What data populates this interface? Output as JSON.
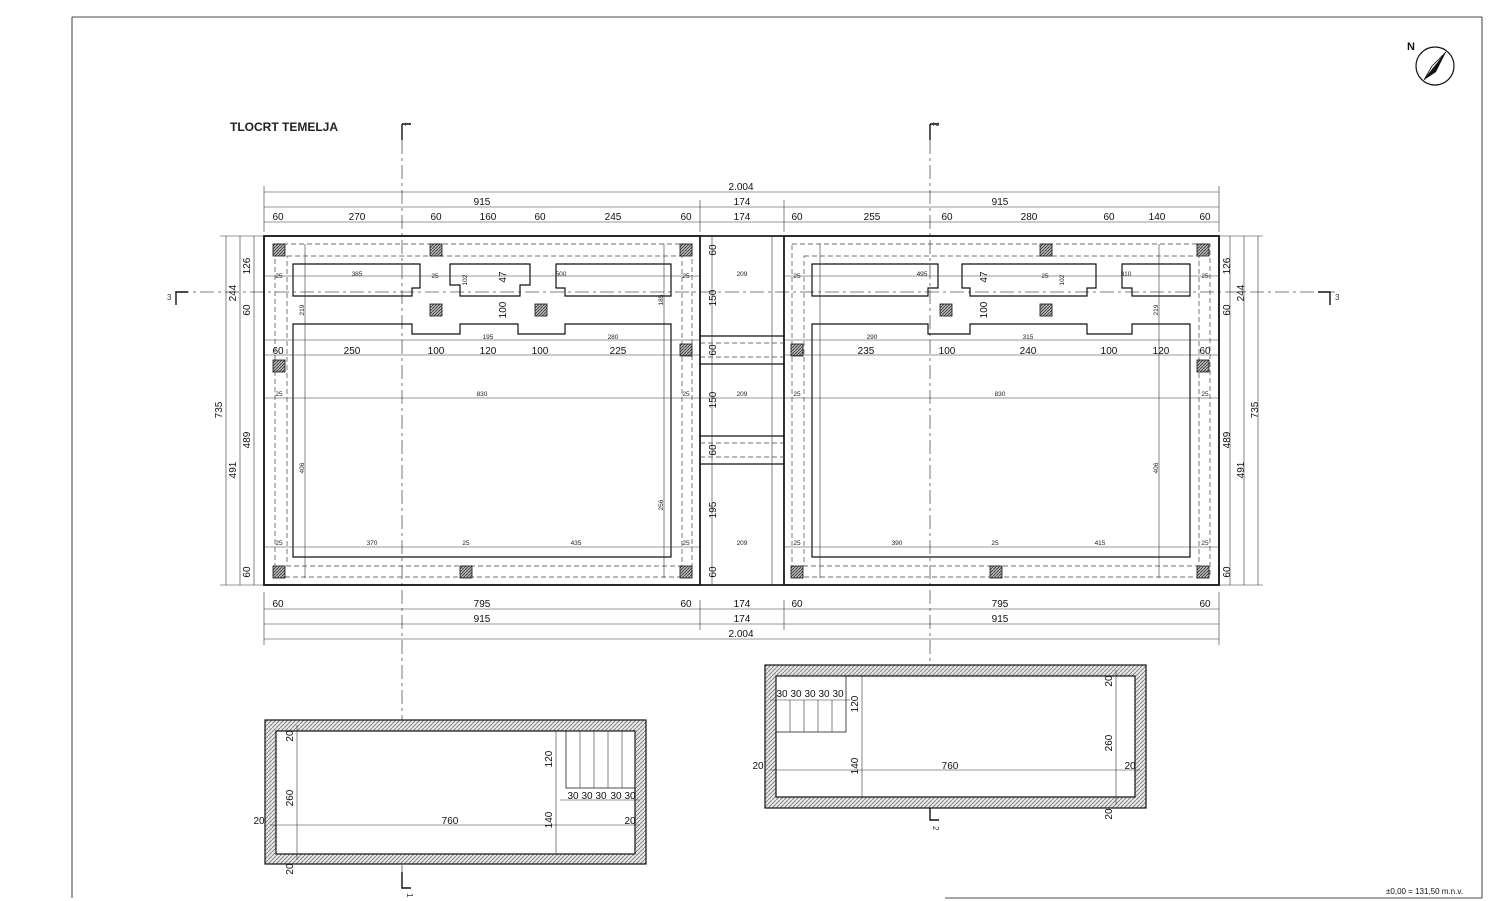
{
  "title": "TLOCRT TEMELJA",
  "north_label": "N",
  "elevation_note": "±0,00 = 131,50 m.n.v.",
  "section_marks": {
    "s1": "1",
    "s2": "2",
    "s3": "3"
  },
  "top_dims": {
    "overall": "2.004",
    "row2": [
      "915",
      "174",
      "915"
    ],
    "row3": [
      "60",
      "270",
      "60",
      "160",
      "60",
      "245",
      "60",
      "174",
      "60",
      "255",
      "60",
      "280",
      "60",
      "140",
      "60"
    ]
  },
  "bottom_dims": {
    "row1": [
      "60",
      "795",
      "60",
      "174",
      "60",
      "795",
      "60"
    ],
    "row2": [
      "915",
      "174",
      "915"
    ],
    "overall": "2.004"
  },
  "left_dims": {
    "total": "735",
    "upper": "244",
    "lower": "491",
    "a": "126",
    "b": "60",
    "c": "489",
    "d": "60"
  },
  "right_dims": {
    "total": "735",
    "upper": "244",
    "lower": "491",
    "a": "126",
    "b": "60",
    "c": "489",
    "d": "60"
  },
  "middle_dims": [
    "60",
    "150",
    "60",
    "150",
    "60",
    "195",
    "60"
  ],
  "middle_small": [
    "209",
    "209",
    "209"
  ],
  "row_dims_left": [
    "60",
    "250",
    "100",
    "120",
    "100",
    "225"
  ],
  "row_dims_right": [
    "235",
    "100",
    "240",
    "100",
    "120",
    "60"
  ],
  "inner_left": {
    "top_labels": [
      "385",
      "47",
      "500",
      "102",
      "100"
    ],
    "mid_labels": [
      "195",
      "280",
      "219",
      "185"
    ],
    "big": "830",
    "v1": "406",
    "v2": "256",
    "bottom": [
      "370",
      "435"
    ],
    "small": "25"
  },
  "inner_right": {
    "top_labels": [
      "495",
      "47",
      "310",
      "102",
      "100"
    ],
    "mid_labels": [
      "290",
      "315",
      "219"
    ],
    "big": "830",
    "v1": "406",
    "bottom": [
      "390",
      "415"
    ],
    "small": "25"
  },
  "stair_left": {
    "w": "760",
    "h": "260",
    "t1": "20",
    "t2": "20",
    "t3": "20",
    "t4": "20",
    "r1": "120",
    "r2": "140",
    "steps": [
      "30",
      "30",
      "30",
      "30",
      "30"
    ]
  },
  "stair_right": {
    "w": "760",
    "h": "260",
    "t1": "20",
    "t2": "20",
    "t3": "20",
    "t4": "20",
    "r1": "120",
    "r2": "140",
    "steps": [
      "30",
      "30",
      "30",
      "30",
      "30"
    ]
  }
}
